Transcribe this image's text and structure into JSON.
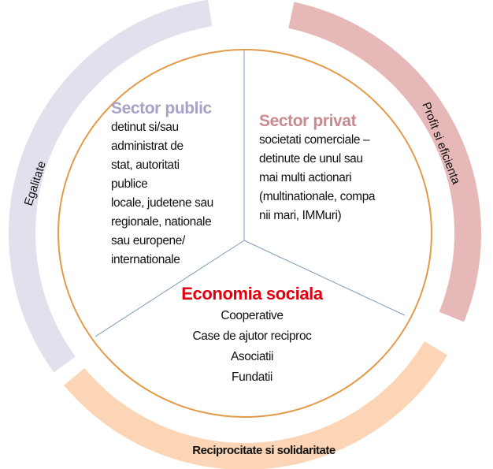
{
  "colors": {
    "public": "#aaa0c8",
    "private": "#c9898f",
    "social": "#e0000f",
    "ring_public": "#e4dfec",
    "ring_private": "#e6b9b8",
    "ring_social": "#fbd5b5",
    "circle": "#e39b4a",
    "divider": "#7f9cba"
  },
  "arcs": {
    "public": "Egalitate",
    "private": "Profit si eficienta",
    "social": "Reciprocitate si solidaritate"
  },
  "public": {
    "title": "Sector public",
    "lines": [
      "detinut si/sau",
      "administrat de",
      "stat, autoritati",
      "publice",
      "locale, judetene sau",
      "regionale, nationale",
      "sau  europene/",
      "internationale"
    ]
  },
  "private": {
    "title": "Sector privat",
    "lines": [
      "societati comerciale –",
      "detinute de unul sau",
      "mai multi actionari",
      "(multinationale, compa",
      "nii mari, IMMuri)"
    ]
  },
  "social": {
    "title": "Economia sociala",
    "lines": [
      "Cooperative",
      "Case de ajutor reciproc",
      "Asociatii",
      "Fundatii"
    ]
  }
}
